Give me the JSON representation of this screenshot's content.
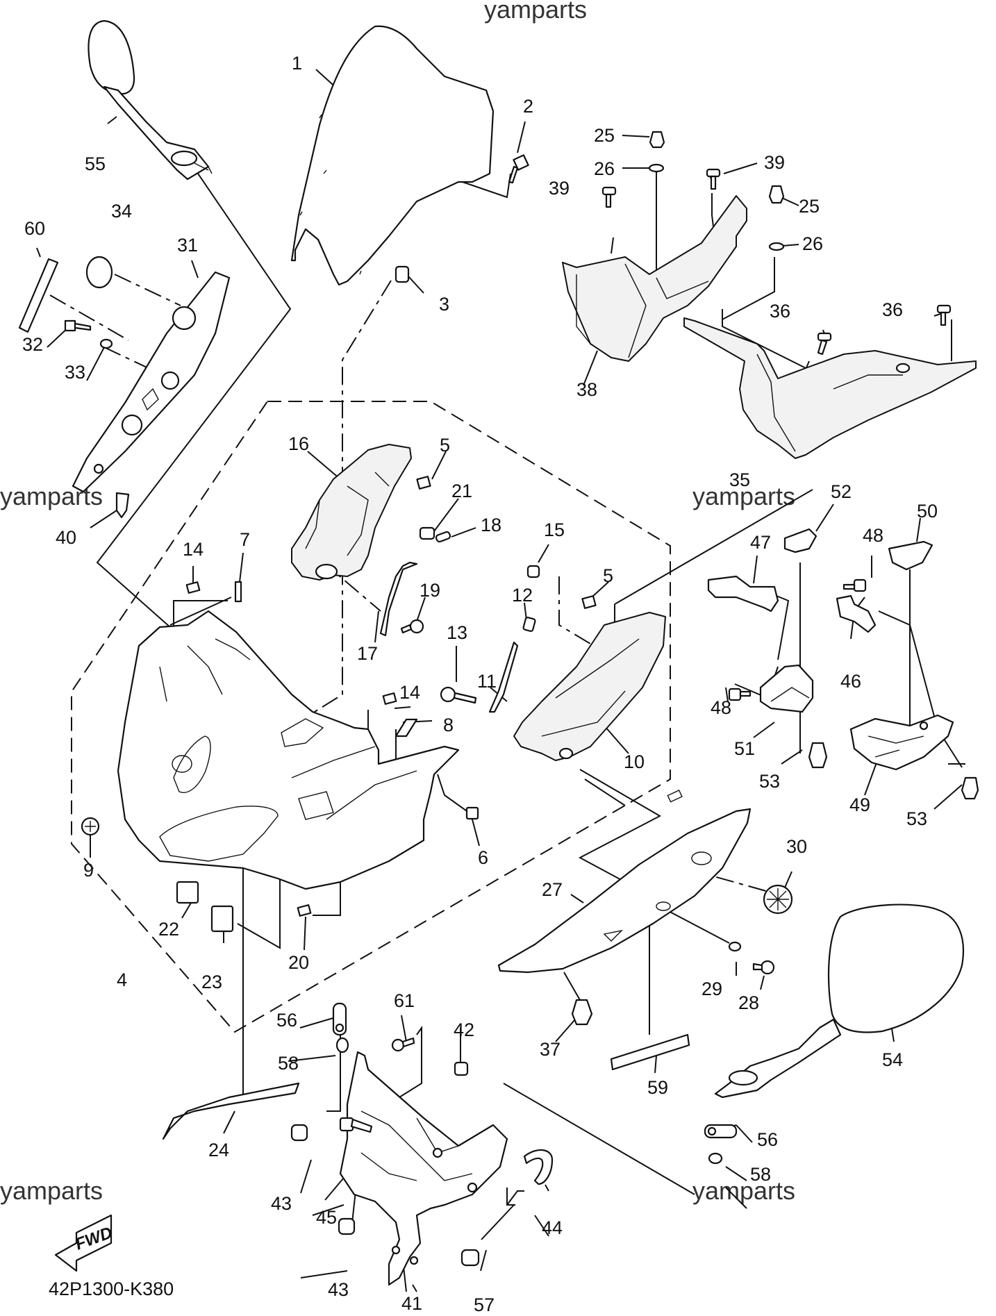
{
  "watermarks": [
    "yamparts",
    "yamparts",
    "yamparts",
    "yamparts",
    "yamparts"
  ],
  "diagram_code": "42P1300-K380",
  "fwd_label": "FWD",
  "part_labels": [
    "1",
    "2",
    "3",
    "4",
    "5",
    "5",
    "6",
    "7",
    "8",
    "9",
    "10",
    "11",
    "12",
    "13",
    "14",
    "14",
    "15",
    "16",
    "17",
    "18",
    "19",
    "20",
    "21",
    "22",
    "23",
    "24",
    "25",
    "25",
    "26",
    "26",
    "27",
    "28",
    "29",
    "30",
    "31",
    "32",
    "33",
    "34",
    "35",
    "36",
    "36",
    "37",
    "38",
    "39",
    "39",
    "40",
    "41",
    "42",
    "43",
    "43",
    "44",
    "45",
    "46",
    "47",
    "48",
    "48",
    "49",
    "50",
    "51",
    "52",
    "53",
    "53",
    "54",
    "55",
    "56",
    "56",
    "57",
    "58",
    "58",
    "59",
    "60",
    "61"
  ]
}
